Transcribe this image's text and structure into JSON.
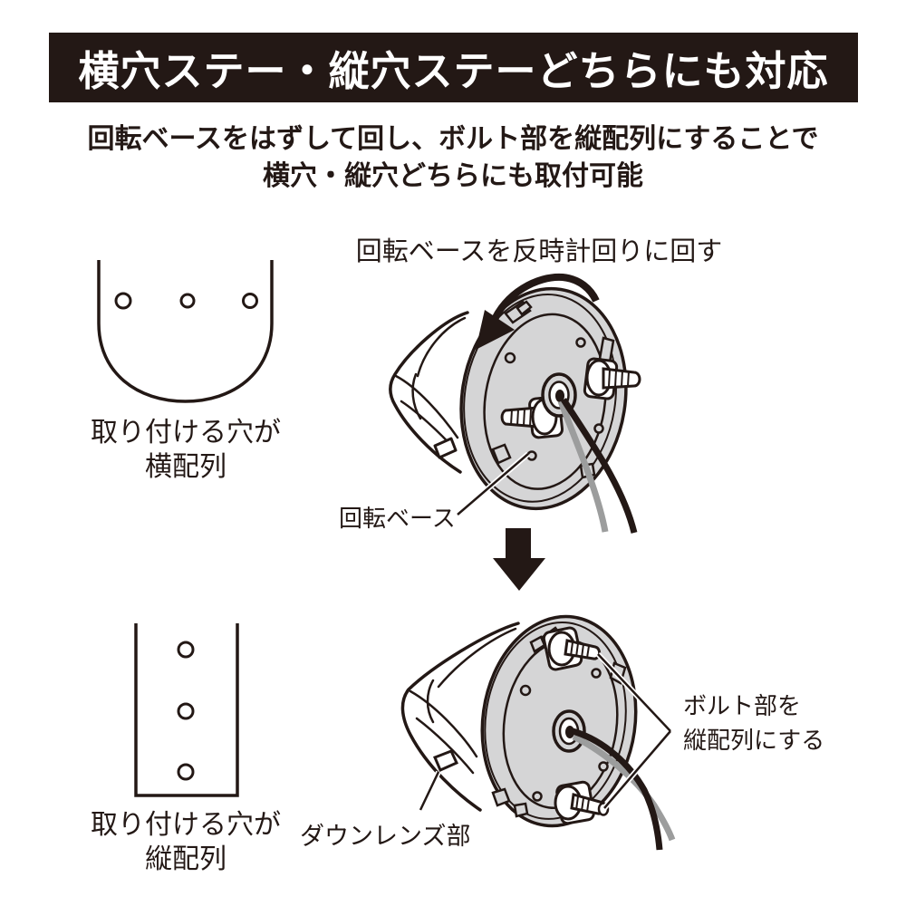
{
  "colors": {
    "ink": "#231815",
    "banner_bg": "#231815",
    "banner_text": "#ffffff",
    "plate_gray": "#d5d5d6",
    "wire_gray": "#9c9d9d",
    "background": "#ffffff"
  },
  "header": {
    "title": "横穴ステー・縦穴ステーどちらにも対応"
  },
  "intro": {
    "line1": "回転ベースをはずして回し、ボルト部を縦配列にすることで",
    "line2": "横穴・縦穴どちらにも取付可能"
  },
  "step1": {
    "rotate_caption": "回転ベースを反時計回りに回す",
    "stay_label_line1": "取り付ける穴が",
    "stay_label_line2": "横配列",
    "base_label": "回転ベース"
  },
  "step2": {
    "stay_label_line1": "取り付ける穴が",
    "stay_label_line2": "縦配列",
    "bolt_label_line1": "ボルト部を",
    "bolt_label_line2": "縦配列にする",
    "lens_label": "ダウンレンズ部"
  },
  "icons": {
    "rotate_arrow": "counterclockwise-arc-arrow",
    "flow_arrow": "thick-down-arrow"
  }
}
